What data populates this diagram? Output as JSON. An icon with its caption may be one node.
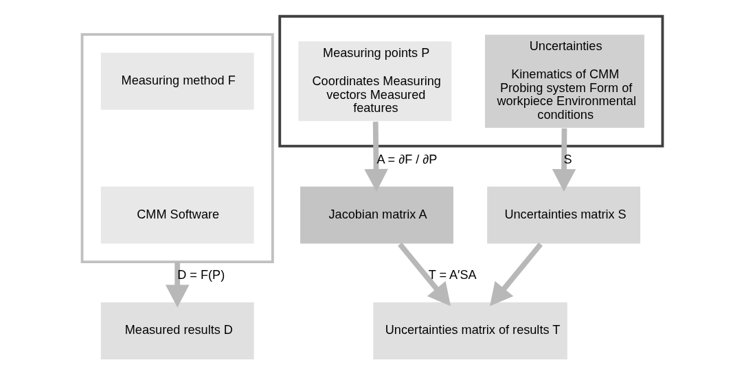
{
  "diagram": {
    "nodes": [
      {
        "text": [],
        "shape": "box"
      },
      {
        "text": [
          "Measuring method F"
        ],
        "in": 0
      },
      {
        "text": [
          "CMM Software"
        ],
        "in": 0
      },
      {
        "text": [],
        "shape": "box"
      },
      {
        "text": [
          "Measuring points P",
          "Coordinates Measuring vectors Measured features"
        ],
        "in": 3
      },
      {
        "text": [
          "Uncertainties",
          "Kinematics of CMM Probing system Form of workpiece Environmental conditions"
        ],
        "in": 3
      },
      {
        "text": [
          "Measured results D"
        ]
      },
      {
        "text": [
          "Jacobian matrix A"
        ]
      },
      {
        "text": [
          "Uncertainties matrix S"
        ]
      },
      {
        "text": [
          "Uncertainties matrix of results T"
        ]
      }
    ],
    "edges": [
      {
        "from": 0,
        "to": 6,
        "arrow": "to",
        "label": "D = F(P)"
      },
      {
        "from": 4,
        "to": 7,
        "arrow": "to",
        "label": "A = ∂F / ∂P"
      },
      {
        "from": 5,
        "to": 8,
        "arrow": "to",
        "label": "S"
      },
      {
        "from": 7,
        "to": 9,
        "arrow": "to",
        "label": "T = A′SA"
      },
      {
        "from": 8,
        "to": 9,
        "arrow": "to"
      }
    ]
  }
}
